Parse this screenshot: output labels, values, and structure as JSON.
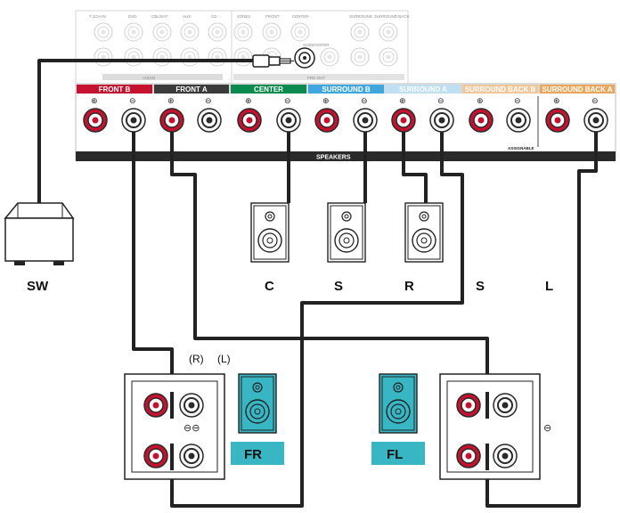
{
  "rear_panel": {
    "audio_in_labels": [
      "7.1CH-IN",
      "DVD",
      "CBL/SAT",
      "AUX",
      "CD"
    ],
    "audio_section_label": "AUDIO",
    "preout_labels": [
      "ZONE2",
      "FRONT",
      "CENTER",
      "SURROUND",
      "SURROUND BACK"
    ],
    "preout_section_label": "PRE OUT",
    "subwoofer_jack_label": "SUBWOOFER",
    "speakers_bar_label": "SPEAKERS",
    "assignable_label": "ASSIGNABLE",
    "channels": [
      {
        "label": "FRONT",
        "badge": "B",
        "color": "#c4122f"
      },
      {
        "label": "FRONT",
        "badge": "A",
        "color": "#3b3b3b"
      },
      {
        "label": "CENTER",
        "badge": "",
        "color": "#0a8a4e"
      },
      {
        "label": "SURROUND",
        "badge": "B",
        "color": "#3fa7dd"
      },
      {
        "label": "SURROUND",
        "badge": "A",
        "color": "#bfe0f2"
      },
      {
        "label": "SURROUND BACK",
        "badge": "B",
        "color": "#f0c79a"
      },
      {
        "label": "SURROUND BACK",
        "badge": "A",
        "color": "#e8a85c"
      }
    ]
  },
  "speaker_labels": {
    "sw": "SW",
    "c": "C",
    "s1": "S",
    "r": "R",
    "s2": "S",
    "l": "L"
  },
  "bi_amp": {
    "r_label": "(R)",
    "l_label": "(L)",
    "minus_pair": "⊖⊖",
    "minus_single": "⊖"
  },
  "front_speakers": {
    "fr": "FR",
    "fl": "FL"
  },
  "colors": {
    "teal": "#38b6c4",
    "red_terminal": "#c4122f",
    "cable": "#222222"
  }
}
